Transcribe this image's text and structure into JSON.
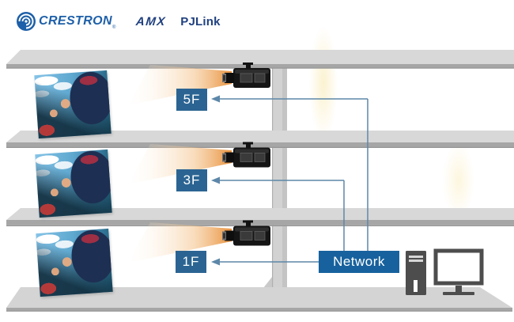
{
  "header_logos": {
    "crestron": {
      "text": "CRESTRON",
      "reg": "®",
      "color": "#1d5fa8"
    },
    "amx": {
      "text": "AMX",
      "color": "#20407f"
    },
    "pjlink": {
      "text": "PJLink",
      "color": "#20407f"
    }
  },
  "diagram": {
    "floors": [
      {
        "label": "5F"
      },
      {
        "label": "3F"
      },
      {
        "label": "1F"
      }
    ],
    "network_label": "Network",
    "colors": {
      "floor_label_bg": "#2b6492",
      "network_bg": "#17629e",
      "connector_line": "#5d87a8",
      "slab_top": "#d8d8d8",
      "slab_front": "#a6a6a6",
      "beam_orange": "#e78c33",
      "device_gray": "#4d4d4d",
      "projector_black": "#151515"
    },
    "icons": {
      "crestron-swirl-icon": "blue globe swirl",
      "projector-icon": "black box with lens",
      "projection-screen": "tilted movie poster",
      "pc-tower-icon": "dark tower with vents and slot",
      "monitor-icon": "outlined display on stand",
      "left-arrow-icon": "blue arrowhead pointing left"
    }
  }
}
